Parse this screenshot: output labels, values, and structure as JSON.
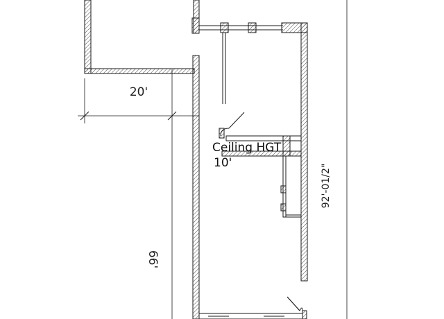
{
  "drawing": {
    "line_color": "#1a1a1a",
    "hatch_color": "#333333",
    "background": "#ffffff"
  },
  "dimensions": {
    "width_top": "20'",
    "height_left": "66'",
    "height_right": "92'-01/2\""
  },
  "room_label": {
    "line1": "Ceiling HGT",
    "line2": "10'"
  }
}
